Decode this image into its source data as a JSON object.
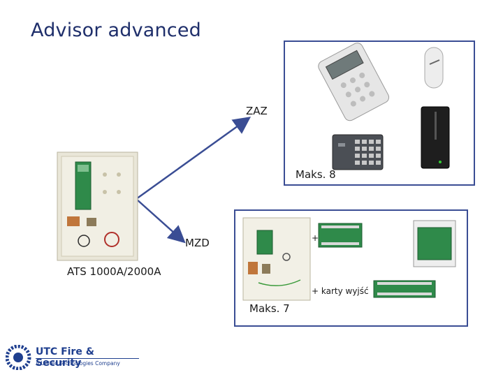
{
  "title": "Advisor advanced",
  "labels": {
    "zaz": "ZAZ",
    "maks8": "Maks. 8",
    "mzd": "MZD",
    "panel": "ATS 1000A/2000A",
    "plus": "+",
    "karty": "+ karty wyjść",
    "maks7": "Maks. 7"
  },
  "logo": {
    "name": "UTC Fire & Security",
    "sub": "A United Technologies Company"
  },
  "colors": {
    "title": "#1f2f6b",
    "frame": "#3a4d94",
    "arrow": "#3a4d94",
    "pcb": "#2f8a4a"
  },
  "icons": [
    "keypad-lcd-icon",
    "prox-tag-icon",
    "card-reader-icon",
    "keypad-reader-icon",
    "control-panel-icon",
    "expander-board-icon"
  ]
}
